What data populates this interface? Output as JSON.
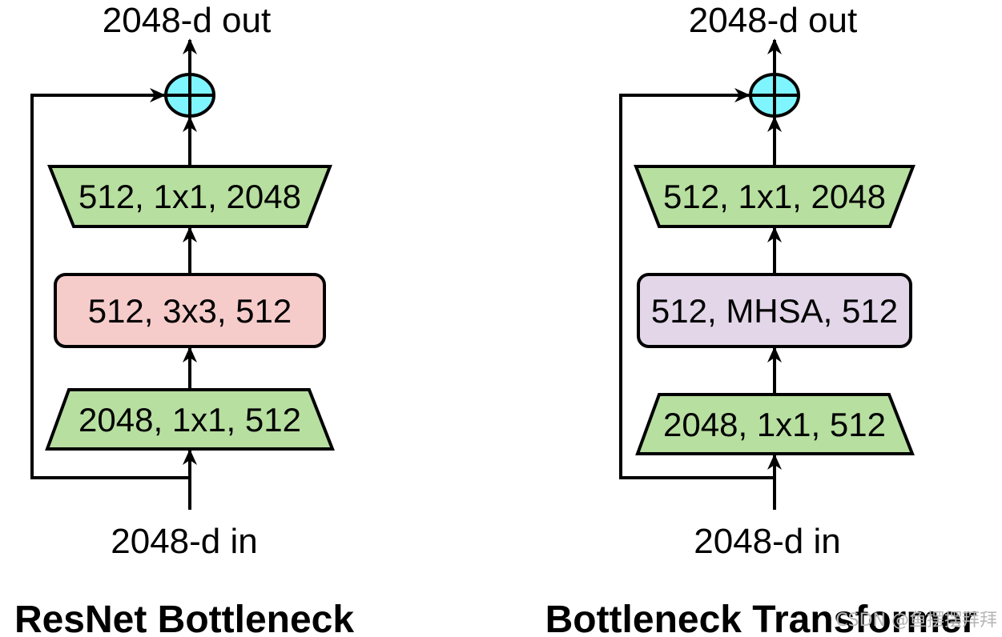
{
  "colors": {
    "conv1x1": "#b7dfa0",
    "conv3x3": "#f6cccb",
    "mhsa": "#e2d6e8",
    "sum": "#7ff5ff",
    "stroke": "#000000"
  },
  "left": {
    "output_label": "2048-d out",
    "top_block": "512, 1x1, 2048",
    "middle_block": "512, 3x3, 512",
    "bottom_block": "2048, 1x1, 512",
    "input_label": "2048-d in",
    "title": "ResNet Bottleneck"
  },
  "right": {
    "output_label": "2048-d out",
    "top_block": "512, 1x1, 2048",
    "middle_block": "512, MHSA, 512",
    "bottom_block": "2048, 1x1, 512",
    "input_label": "2048-d in",
    "title": "Bottleneck Transformer"
  },
  "watermark": "CSDN @鱼摆摆拜拜"
}
